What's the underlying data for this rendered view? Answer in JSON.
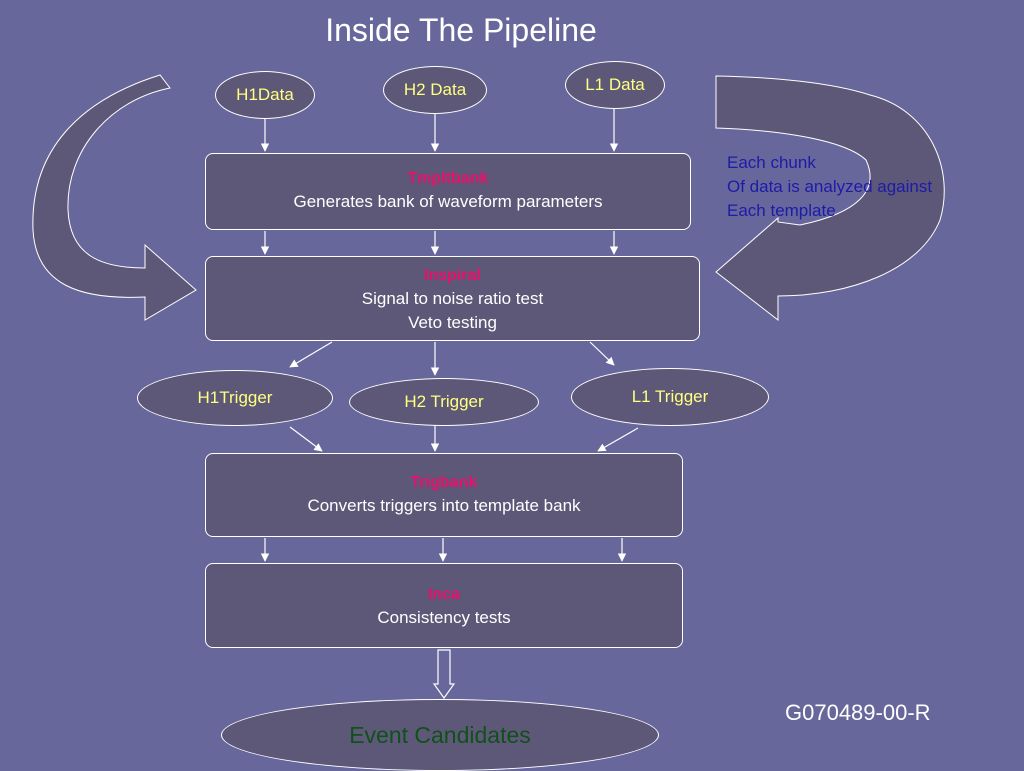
{
  "title": "Inside The Pipeline",
  "data_nodes": [
    "H1Data",
    "H2 Data",
    "L1 Data"
  ],
  "tmpltbank": {
    "header": "Tmpltbank",
    "lines": [
      "Generates bank of waveform parameters"
    ]
  },
  "inspiral": {
    "header": "Inspiral",
    "lines": [
      "Signal to noise ratio test",
      "Veto testing"
    ]
  },
  "trigger_nodes": [
    "H1Trigger",
    "H2 Trigger",
    "L1 Trigger"
  ],
  "trigbank": {
    "header": "Trigbank",
    "lines": [
      "Converts triggers into template bank"
    ]
  },
  "inca": {
    "header": "Inca",
    "lines": [
      "Consistency tests"
    ]
  },
  "final_node": "Event Candidates",
  "note": [
    "Each chunk",
    "Of data is analyzed against",
    "Each template"
  ],
  "doc_id": "G070489-00-R",
  "colors": {
    "background": "#67679c",
    "box_fill": "#5e5878",
    "header": "#e8106a",
    "node_text": "#ffff80",
    "note": "#1c1ca8",
    "final_text": "#10501a"
  }
}
